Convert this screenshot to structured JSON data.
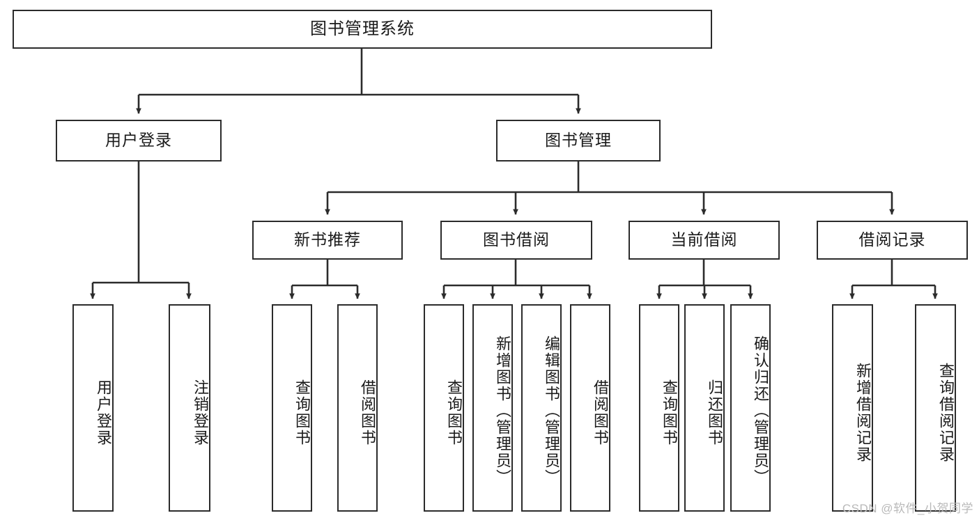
{
  "diagram": {
    "title": "图书管理系统",
    "type": "tree-hierarchy-chart",
    "watermark": "CSDN @软件_小贺同学",
    "colors": {
      "stroke": "#2b2b2b",
      "fill": "#ffffff",
      "text": "#1a1a1a",
      "watermark": "#b9b9b9"
    },
    "root": {
      "label": "图书管理系统"
    },
    "level2": [
      {
        "label": "用户登录"
      },
      {
        "label": "图书管理"
      }
    ],
    "level3": [
      {
        "label": "新书推荐"
      },
      {
        "label": "图书借阅"
      },
      {
        "label": "当前借阅"
      },
      {
        "label": "借阅记录"
      }
    ],
    "leaves": {
      "user_login": [
        {
          "label": "用户登录"
        },
        {
          "label": "注销登录"
        }
      ],
      "new_book_recommend": [
        {
          "label": "查询图书"
        },
        {
          "label": "借阅图书"
        }
      ],
      "book_borrow": [
        {
          "label": "查询图书"
        },
        {
          "label": "新增图书（管理员）"
        },
        {
          "label": "编辑图书（管理员）"
        },
        {
          "label": "借阅图书"
        }
      ],
      "current_borrow": [
        {
          "label": "查询图书"
        },
        {
          "label": "归还图书"
        },
        {
          "label": "确认归还（管理员）"
        }
      ],
      "borrow_record": [
        {
          "label": "新增借阅记录"
        },
        {
          "label": "查询借阅记录"
        }
      ]
    }
  }
}
